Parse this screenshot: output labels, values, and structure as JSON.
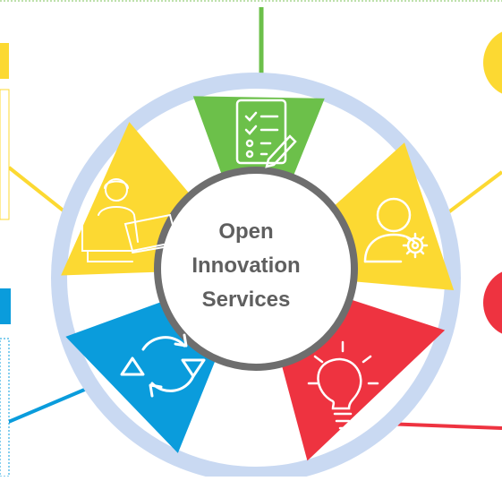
{
  "hub": {
    "title_lines": [
      "Open",
      "Innovation",
      "Services"
    ]
  },
  "segments": [
    {
      "name": "planning",
      "icon": "checklist-icon",
      "color": "#6cc04a"
    },
    {
      "name": "support",
      "icon": "user-settings-icon",
      "color": "#fcd932"
    },
    {
      "name": "ideas",
      "icon": "lightbulb-icon",
      "color": "#ee3340"
    },
    {
      "name": "iteration",
      "icon": "cycle-arrows-icon",
      "color": "#0a9cdc"
    },
    {
      "name": "consulting",
      "icon": "person-laptop-icon",
      "color": "#fcd932"
    }
  ],
  "colors": {
    "ring": "#c9d9f2",
    "hub_border": "#6e6e6e",
    "text": "#5f5f5f",
    "top_border": "#7cc35a"
  }
}
